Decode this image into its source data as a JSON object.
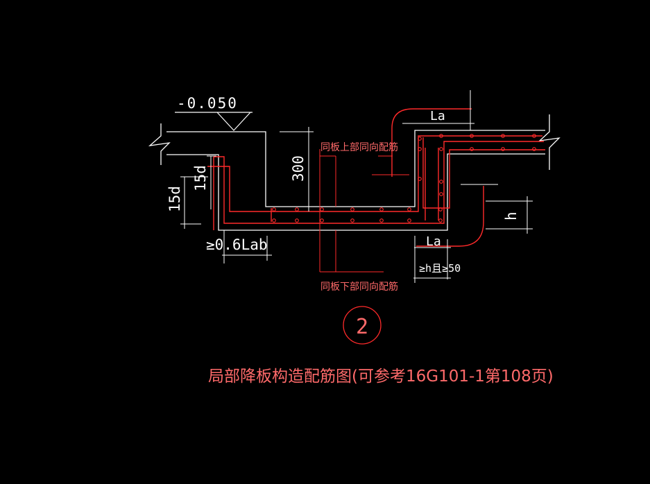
{
  "drawing": {
    "elevation": "-0.050",
    "dim_300": "300",
    "dim_15d_outer": "15d",
    "dim_15d_inner": "15d",
    "dim_lab": "≥0.6Lab",
    "dim_la_top": "La",
    "dim_la_bottom": "La",
    "dim_h": "h",
    "dim_h_and_50": "≥h且≥50",
    "note_top": "同板上部同向配筋",
    "note_bottom": "同板下部同向配筋",
    "detail_number": "2",
    "caption": "局部降板构造配筋图(可参考16G101-1第108页)"
  },
  "colors": {
    "background": "#000000",
    "concrete": "#ffffff",
    "rebar": "#ff2a2a",
    "dimension": "#ffffff",
    "annotation": "#ff6a6a"
  }
}
